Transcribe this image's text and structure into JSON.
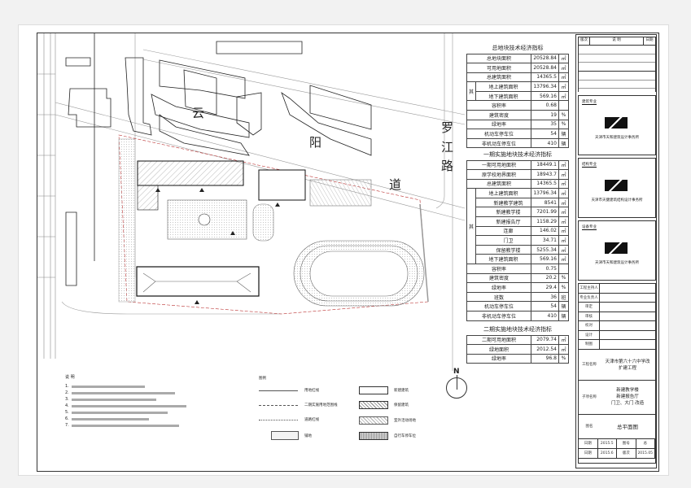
{
  "roads": {
    "north_road": [
      "云",
      "阳",
      "道"
    ],
    "east_road": [
      "罗",
      "江",
      "路"
    ]
  },
  "table_total": {
    "title": "总地块技术经济指标",
    "rows": [
      {
        "label": "总地块面积",
        "value": "20528.84",
        "unit": "㎡"
      },
      {
        "label": "可用地面积",
        "value": "20528.84",
        "unit": "㎡"
      },
      {
        "label": "总建筑面积",
        "value": "14365.5",
        "unit": "㎡"
      },
      {
        "group": "其中",
        "label": "地上建筑面积",
        "value": "13796.34",
        "unit": "㎡"
      },
      {
        "label": "地下建筑面积",
        "value": "569.16",
        "unit": "㎡"
      },
      {
        "label": "容积率",
        "value": "0.68",
        "unit": ""
      },
      {
        "label": "建筑密度",
        "value": "19",
        "unit": "%"
      },
      {
        "label": "绿地率",
        "value": "35",
        "unit": "%"
      },
      {
        "label": "机动车停车位",
        "value": "54",
        "unit": "辆"
      },
      {
        "label": "非机动车停车位",
        "value": "410",
        "unit": "辆"
      }
    ]
  },
  "table_phase1": {
    "title": "一期实施地块技术经济指标",
    "rows": [
      {
        "label": "一期可用地面积",
        "value": "18449.1",
        "unit": "㎡"
      },
      {
        "label": "原学校地界面积",
        "value": "18943.7",
        "unit": "㎡"
      },
      {
        "label": "总建筑面积",
        "value": "14365.5",
        "unit": "㎡"
      },
      {
        "label": "地上建筑面积",
        "value": "13796.34",
        "unit": "㎡"
      },
      {
        "label": "新建教学建筑",
        "value": "8541",
        "unit": "㎡"
      },
      {
        "label": "新建教学楼",
        "value": "7201.99",
        "unit": "㎡"
      },
      {
        "label": "新建报告厅",
        "value": "1158.29",
        "unit": "㎡"
      },
      {
        "label": "连廊",
        "value": "146.02",
        "unit": "㎡"
      },
      {
        "label": "门卫",
        "value": "34.71",
        "unit": "㎡"
      },
      {
        "label": "保留教学楼",
        "value": "5255.34",
        "unit": "㎡"
      },
      {
        "label": "地下建筑面积",
        "value": "569.16",
        "unit": "㎡"
      },
      {
        "label": "容积率",
        "value": "0.75",
        "unit": ""
      },
      {
        "label": "建筑密度",
        "value": "20.2",
        "unit": "%"
      },
      {
        "label": "绿地率",
        "value": "29.4",
        "unit": "%"
      },
      {
        "label": "班数",
        "value": "36",
        "unit": "班"
      },
      {
        "label": "机动车停车位",
        "value": "54",
        "unit": "辆"
      },
      {
        "label": "非机动车停车位",
        "value": "410",
        "unit": "辆"
      }
    ],
    "group_chars": {
      "qi": "其",
      "zhong": "中"
    }
  },
  "table_phase2": {
    "title": "二期实施地块技术经济指标",
    "rows": [
      {
        "label": "二期可用地面积",
        "value": "2079.74",
        "unit": "㎡"
      },
      {
        "label": "绿地面积",
        "value": "2012.54",
        "unit": "㎡"
      },
      {
        "label": "绿地率",
        "value": "96.8",
        "unit": "%"
      }
    ]
  },
  "notes": {
    "title": "说    明",
    "items": [
      "1.",
      "2.",
      "3.",
      "4.",
      "5.",
      "6.",
      "7."
    ]
  },
  "legend": {
    "title": "图例",
    "items": [
      "用地红线",
      "二期实施用地范围线",
      "道路红线",
      "铺地",
      "新建建筑",
      "保留建筑",
      "室外活动场地",
      "自行车停车位"
    ]
  },
  "north_label": "N",
  "title_block": {
    "revision_headers": [
      "版次",
      "说  明",
      "日期"
    ],
    "firms": [
      {
        "tag": "建筑专业",
        "name": "天津市天和建筑设计事务所"
      },
      {
        "tag": "结构专业",
        "name": "天津市天健建筑结构设计事务所"
      },
      {
        "tag": "设备专业",
        "name": "天津市天和建筑设计事务所"
      }
    ],
    "sign_labels": [
      "工程主持人",
      "专业负责人",
      "审定",
      "审核",
      "校对",
      "设计",
      "制图"
    ],
    "project_label": "工程名称",
    "project": "天津市第六十六中学改扩建工程",
    "item_label": "子项名称",
    "item": [
      "新建教学楼",
      "新建报告厅",
      "门卫、大门  改造"
    ],
    "drawing_label": "图名",
    "drawing": "总平面图",
    "bottom": [
      [
        "日期",
        "2015.5",
        "图号",
        "总"
      ],
      [
        "日期",
        "2015.6",
        "版次",
        "2015.05"
      ]
    ]
  }
}
